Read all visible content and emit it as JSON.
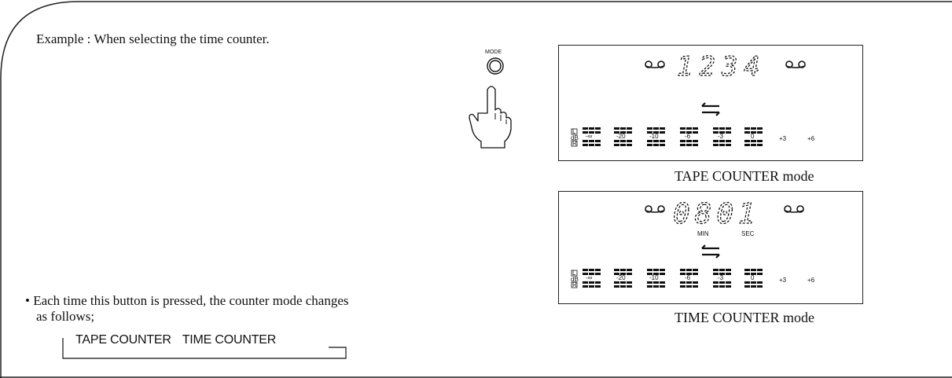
{
  "example_text": "Example : When  selecting the time counter.",
  "mode_button_label": "MODE",
  "bullet_line1": "• Each time this button is pressed, the counter mode changes",
  "bullet_line2": "as follows;",
  "cycle": [
    "TAPE COUNTER",
    "TIME COUNTER"
  ],
  "panels": {
    "tape": {
      "caption": "TAPE COUNTER mode",
      "counter_digits": "1234"
    },
    "time": {
      "caption": "TIME COUNTER mode",
      "counter_digits": "0801",
      "min_label": "MIN",
      "sec_label": "SEC"
    }
  },
  "meter_labels": [
    "-∞",
    "-20",
    "-10",
    "-6",
    "-3",
    "0",
    "+3",
    "+6"
  ],
  "channel_labels": [
    "L",
    "dB",
    "R"
  ]
}
